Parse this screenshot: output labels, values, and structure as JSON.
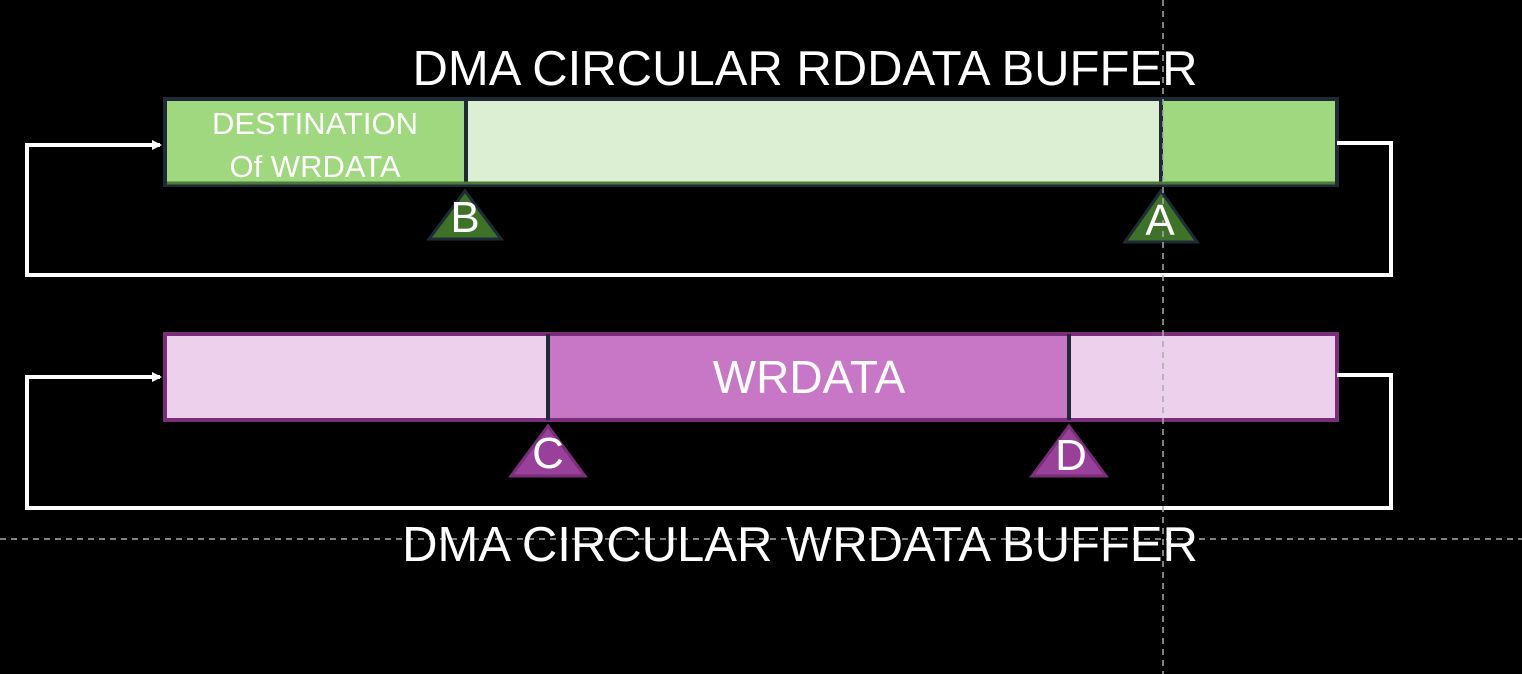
{
  "rd_buffer": {
    "title": "DMA CIRCULAR RDDATA BUFFER",
    "destination_label_line1": "DESTINATION",
    "destination_label_line2": "Of WRDATA",
    "colors": {
      "light": "#dcefd3",
      "mid": "#a0d880",
      "marker": "#3e7229",
      "border": "#4d7a36"
    },
    "markers": {
      "b": "B",
      "a": "A"
    }
  },
  "wr_buffer": {
    "title": "DMA CIRCULAR WRDATA BUFFER",
    "wrdata_label": "WRDATA",
    "colors": {
      "light": "#edd0eb",
      "mid": "#c877c7",
      "marker": "#98409a",
      "border": "#7a2e7a"
    },
    "markers": {
      "c": "C",
      "d": "D"
    }
  },
  "colors": {
    "background": "#000000",
    "loop": "#ffffff",
    "guide": "#aaaaaa"
  }
}
